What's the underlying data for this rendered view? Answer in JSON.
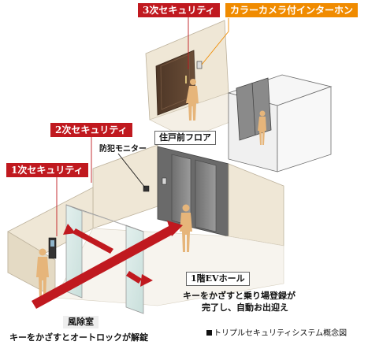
{
  "labels": {
    "security_3": "3次セキュリティ",
    "intercom": "カラーカメラ付インターホン",
    "floor_front": "住戸前フロア",
    "security_2": "2次セキュリティ",
    "crime_monitor": "防犯モニター",
    "security_1": "1次セキュリティ",
    "ev_hall": "1階EVホール",
    "ev_desc_line1": "キーをかざすと乗り場登録が",
    "ev_desc_line2": "完了し、自動お出迎え",
    "windbreak": "風除室",
    "windbreak_desc": "キーをかざすとオートロックが解錠",
    "legend": "トリプルセキュリティシステム概念図"
  },
  "colors": {
    "security_red": "#c0191f",
    "intercom_orange": "#f08b00",
    "wall_cream": "#efe7d6",
    "door_brown": "#5e4330",
    "elevator_gray": "#7a7a7a",
    "person_tan": "#e6b57a"
  }
}
